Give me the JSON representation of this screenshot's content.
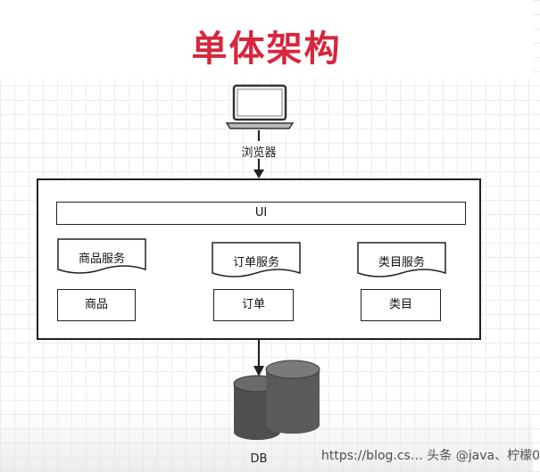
{
  "title": "单体架构",
  "client": {
    "icon": "laptop-icon",
    "label": "浏览器"
  },
  "ui_layer": {
    "label": "UI"
  },
  "services": [
    {
      "service_label": "商品服务",
      "module_label": "商品"
    },
    {
      "service_label": "订单服务",
      "module_label": "订单"
    },
    {
      "service_label": "类目服务",
      "module_label": "类目"
    }
  ],
  "database": {
    "icon": "database-icon",
    "label": "DB"
  },
  "watermark": "https://blog.cs… 头条 @java、柠檬0",
  "colors": {
    "title": "#d7263d",
    "stroke": "#222222",
    "db_fill": "#555555"
  }
}
